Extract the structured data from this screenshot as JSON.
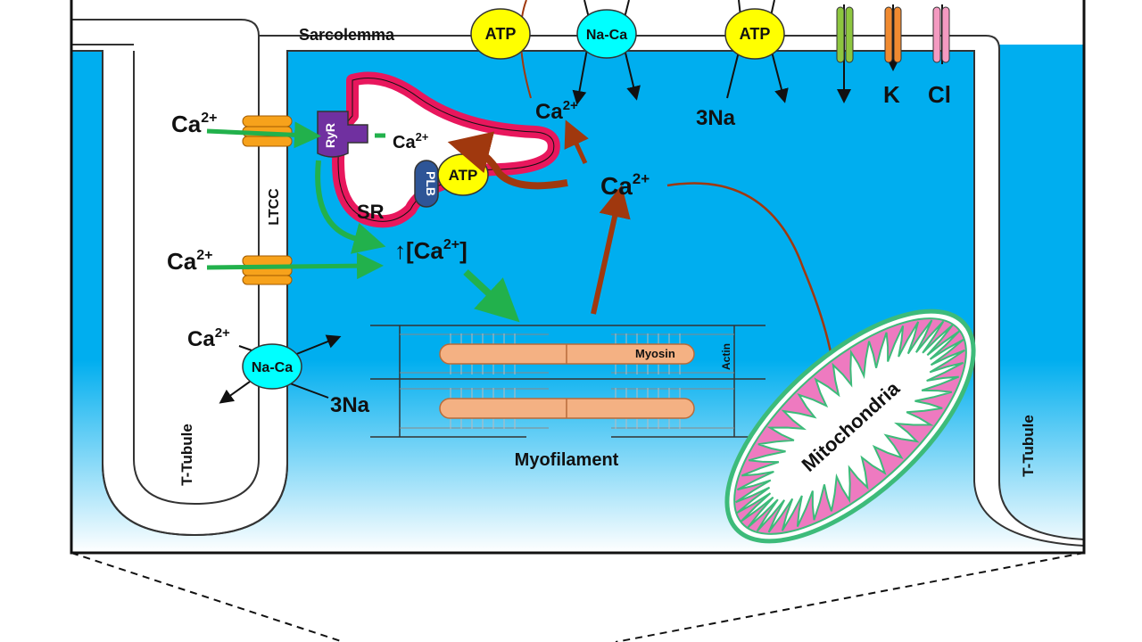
{
  "labels": {
    "sarcolemma": "Sarcolemma",
    "ltcc": "LTCC",
    "t_tubule_left": "T-Tubule",
    "t_tubule_right": "T-Tubule",
    "ryr": "RyR",
    "plb": "PLB",
    "sr": "SR",
    "myosin": "Myosin",
    "actin": "Actin",
    "myofilament": "Myofilament",
    "mitochondria": "Mitochondria",
    "atp": "ATP",
    "na_ca": "Na-Ca",
    "three_na": "3Na",
    "k": "K",
    "cl": "Cl",
    "ca": "Ca",
    "two_plus": "2+",
    "up_arrow_bracket_open": "↑[Ca",
    "bracket_close": "]"
  },
  "colors": {
    "cytoplasm": "#00aeef",
    "membrane_fill": "#ffffff",
    "membrane_stroke": "#333333",
    "sr_stroke": "#e8175d",
    "ltcc": "#f7a21b",
    "ryr": "#7030a0",
    "plb": "#2e5597",
    "atp": "#ffff00",
    "na_ca": "#00ffff",
    "green_arrow": "#22b14c",
    "brown_arrow": "#a0380e",
    "myosin": "#f4b183",
    "channel_green": "#8dc63f",
    "channel_orange": "#f08a30",
    "channel_pink": "#f49ac1",
    "mito_outer": "#3dbb7a",
    "mito_inner": "#ee7ac0"
  }
}
